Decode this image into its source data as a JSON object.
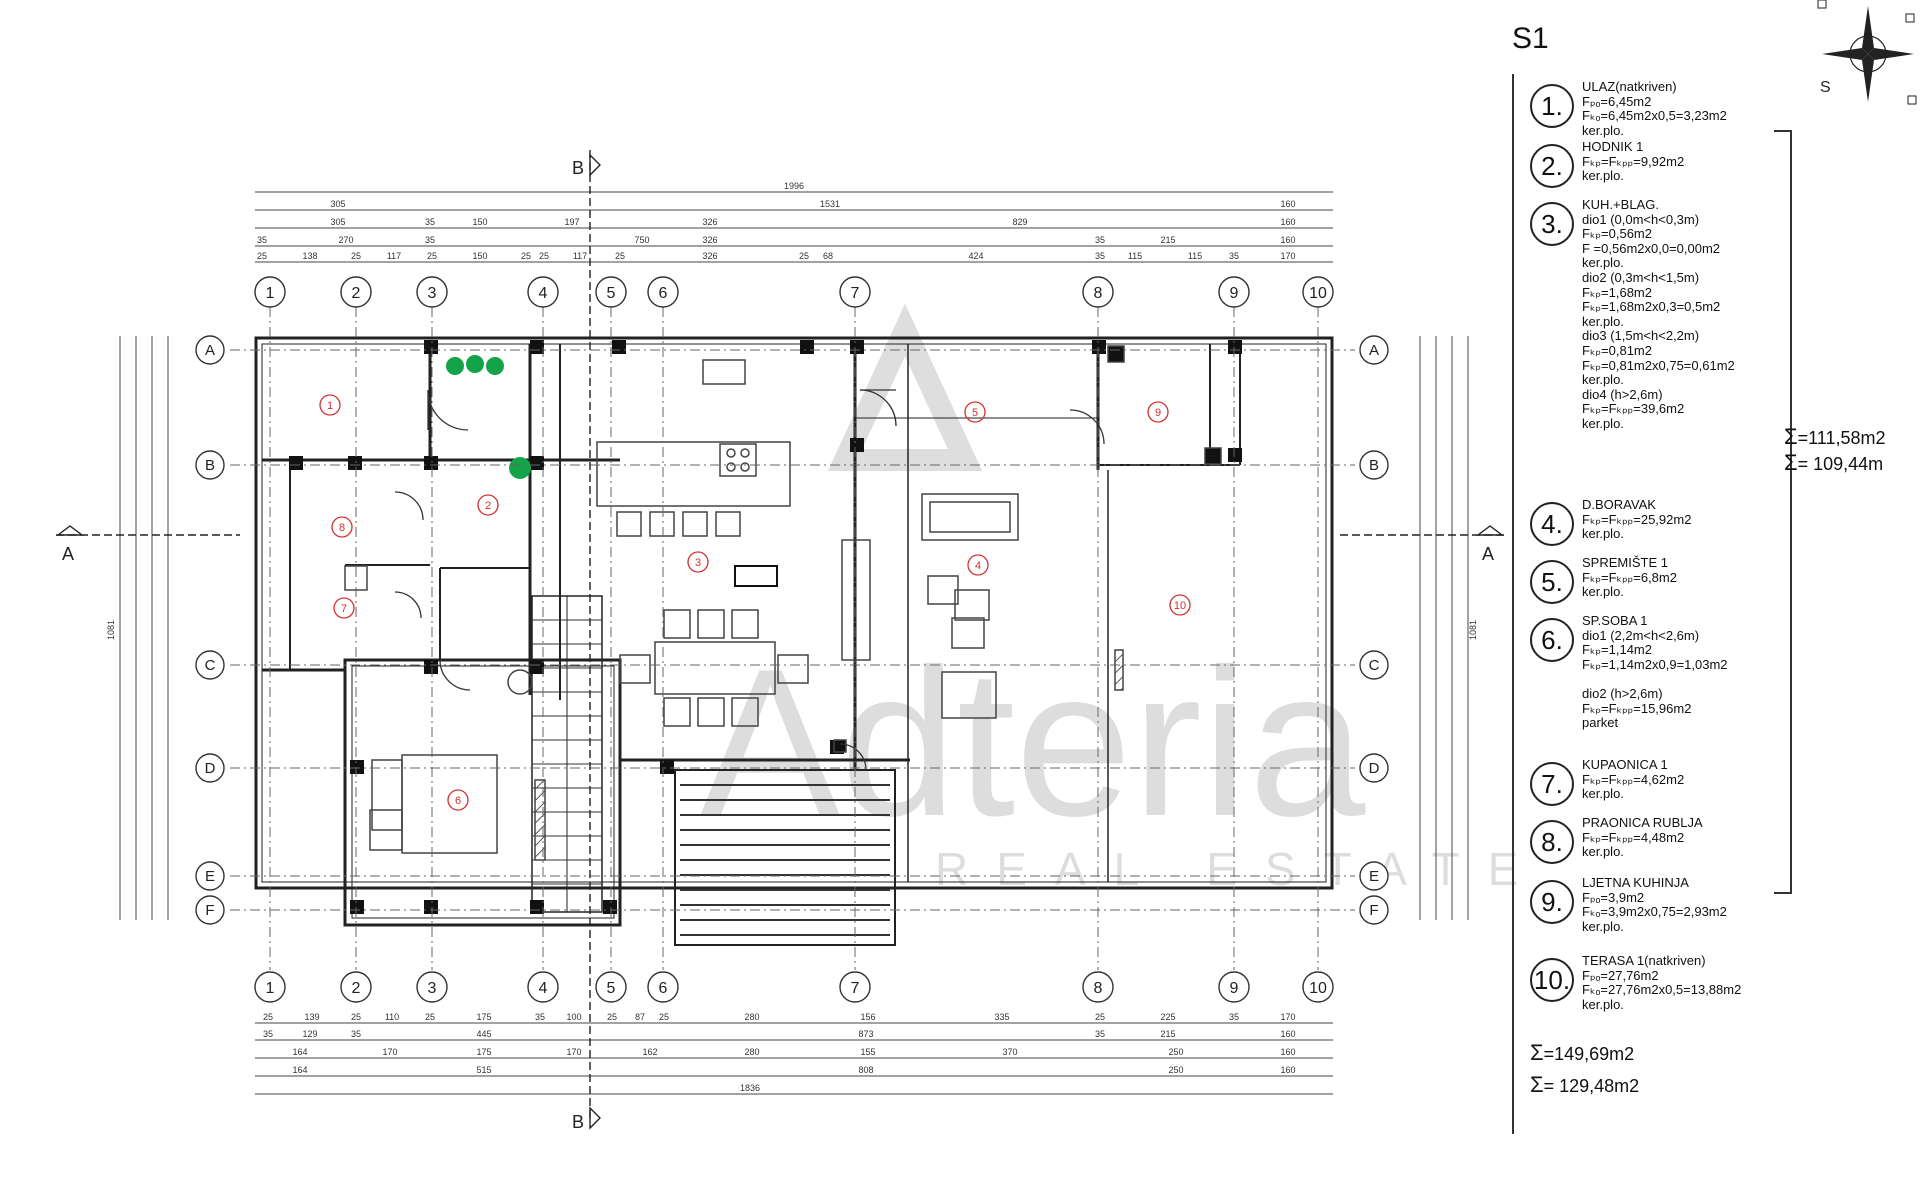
{
  "watermark": {
    "brand": "Adteria",
    "sub": "REAL ESTATE"
  },
  "section_marks": {
    "a_left": "A",
    "a_right": "A",
    "b_top": "B",
    "b_bottom": "B"
  },
  "grid_columns": [
    "1",
    "2",
    "3",
    "4",
    "5",
    "6",
    "7",
    "8",
    "9",
    "10"
  ],
  "grid_rows": [
    "A",
    "B",
    "C",
    "D",
    "E",
    "F"
  ],
  "room_markers": [
    "1",
    "2",
    "3",
    "4",
    "5",
    "6",
    "7",
    "8",
    "9",
    "10"
  ],
  "dimensions": {
    "top_overall": "1996",
    "top_row1": [
      "305",
      "1531",
      "160"
    ],
    "top_row2": [
      "305",
      "35",
      "150",
      "197",
      "326",
      "829",
      "160"
    ],
    "top_row3": [
      "35",
      "270",
      "35",
      "750",
      "326",
      "35",
      "215",
      "160"
    ],
    "top_row4": [
      "25",
      "138",
      "25",
      "117",
      "25",
      "150",
      "25",
      "25",
      "117",
      "25",
      "326",
      "25",
      "68",
      "424",
      "35",
      "115",
      "115",
      "35",
      "170"
    ],
    "bottom_row1": [
      "25",
      "139",
      "25",
      "110",
      "25",
      "175",
      "35",
      "100",
      "25",
      "87",
      "25",
      "280",
      "156",
      "335",
      "25",
      "225",
      "35",
      "170"
    ],
    "bottom_row2": [
      "35",
      "129",
      "35",
      "445",
      "873",
      "35",
      "215",
      "160"
    ],
    "bottom_row3": [
      "164",
      "170",
      "175",
      "170",
      "162",
      "280",
      "155",
      "370",
      "250",
      "160"
    ],
    "bottom_row4": [
      "164",
      "515",
      "808",
      "250",
      "160"
    ],
    "bottom_overall": "1836",
    "left_total": "1081",
    "right_total": "1081"
  },
  "legend": {
    "title": "S1",
    "items": [
      {
        "num": "1.",
        "lines": [
          "ULAZ(natkriven)",
          "Fₚₒ=6,45m2",
          "Fₖₒ=6,45m2x0,5=3,23m2",
          "ker.plo."
        ]
      },
      {
        "num": "2.",
        "lines": [
          "HODNIK 1",
          "Fₖₚ=Fₖₚₚ=9,92m2",
          "ker.plo."
        ]
      },
      {
        "num": "3.",
        "lines": [
          "KUH.+BLAG.",
          "dio1 (0,0m<h<0,3m)",
          "Fₖₚ=0,56m2",
          "F =0,56m2x0,0=0,00m2",
          "ker.plo.",
          "dio2 (0,3m<h<1,5m)",
          "Fₖₚ=1,68m2",
          "Fₖₚ=1,68m2x0,3=0,5m2",
          "ker.plo.",
          "dio3 (1,5m<h<2,2m)",
          "Fₖₚ=0,81m2",
          "Fₖₚ=0,81m2x0,75=0,61m2",
          "ker.plo.",
          "dio4 (h>2,6m)",
          "Fₖₚ=Fₖₚₚ=39,6m2",
          "ker.plo."
        ]
      },
      {
        "num": "4.",
        "lines": [
          "D.BORAVAK",
          "Fₖₚ=Fₖₚₚ=25,92m2",
          "ker.plo."
        ]
      },
      {
        "num": "5.",
        "lines": [
          "SPREMIŠTE 1",
          "Fₖₚ=Fₖₚₚ=6,8m2",
          "ker.plo."
        ]
      },
      {
        "num": "6.",
        "lines": [
          "SP.SOBA 1",
          "dio1 (2,2m<h<2,6m)",
          "Fₖₚ=1,14m2",
          "Fₖₚ=1,14m2x0,9=1,03m2",
          "",
          "dio2 (h>2,6m)",
          "Fₖₚ=Fₖₚₚ=15,96m2",
          "parket"
        ]
      },
      {
        "num": "7.",
        "lines": [
          "KUPAONICA 1",
          "Fₖₚ=Fₖₚₚ=4,62m2",
          "ker.plo."
        ]
      },
      {
        "num": "8.",
        "lines": [
          "PRAONICA RUBLJA",
          "Fₖₚ=Fₖₚₚ=4,48m2",
          "ker.plo."
        ]
      },
      {
        "num": "9.",
        "lines": [
          "LJETNA KUHINJA",
          "Fₚₒ=3,9m2",
          "Fₖₒ=3,9m2x0,75=2,93m2",
          "ker.plo."
        ]
      },
      {
        "num": "10.",
        "lines": [
          "TERASA 1(natkriven)",
          "Fₚₒ=27,76m2",
          "Fₖₒ=27,76m2x0,5=13,88m2",
          "ker.plo."
        ]
      }
    ],
    "sum_side_1": "=111,58m2",
    "sum_side_2": "= 109,44m",
    "sum_bottom_1": "=149,69m2",
    "sum_bottom_2": "= 129,48m2"
  },
  "compass": {
    "south_label": "S"
  }
}
